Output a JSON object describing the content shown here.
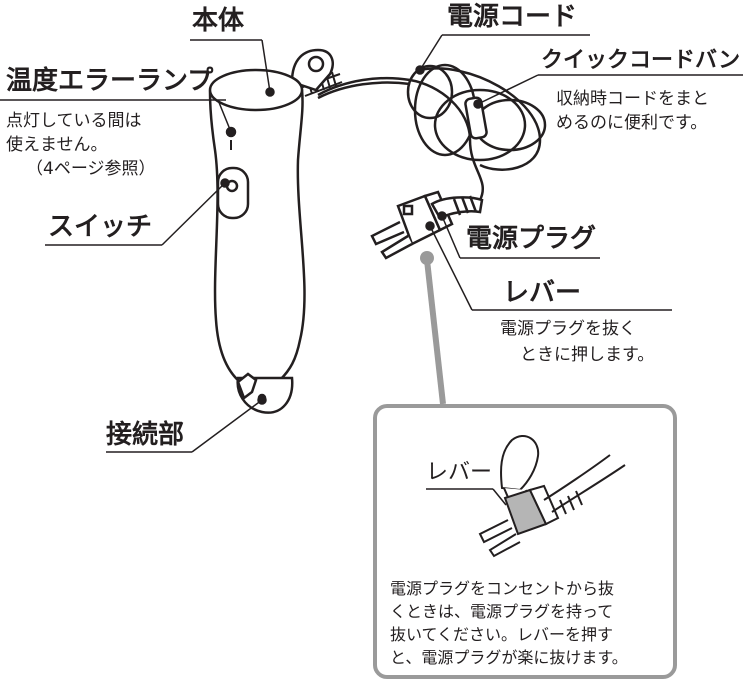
{
  "labels": {
    "body": "本体",
    "power_cord": "電源コード",
    "quick_cord_band": "クイックコードバンド",
    "temp_error_lamp": "温度エラーランプ",
    "switch": "スイッチ",
    "power_plug": "電源プラグ",
    "lever": "レバー",
    "connector": "接続部",
    "inset_lever": "レバー"
  },
  "descriptions": {
    "quick_cord_band": [
      "収納時コードをまと",
      "めるのに便利です。"
    ],
    "temp_error_lamp": [
      "点灯している間は",
      "使えません。",
      "（4ページ参照）"
    ],
    "lever": [
      "電源プラグを抜く",
      "ときに押します。"
    ],
    "inset_note": [
      "電源プラグをコンセントから抜",
      "くときは、電源プラグを持って",
      "抜いてください。レバーを押す",
      "と、電源プラグが楽に抜けます。"
    ]
  },
  "colors": {
    "line": "#231f20",
    "callout_gray": "#9a9a9a",
    "lever_gray": "#b5b5b5"
  }
}
